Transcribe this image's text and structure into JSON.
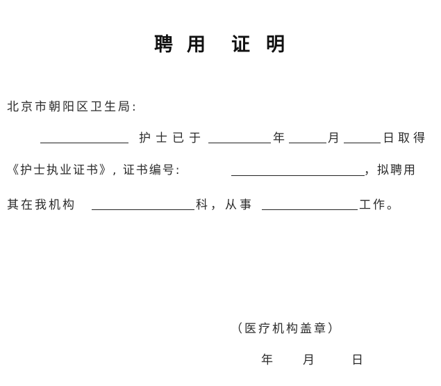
{
  "document": {
    "title": [
      "聘",
      "用",
      "证",
      "明"
    ],
    "addressee": "北京市朝阳区卫生局:",
    "line1": {
      "after_blank1": "护士已于",
      "year": "年",
      "month": "月",
      "day_tail": "日取得"
    },
    "line2": {
      "lead": "《护士执业证书》, 证书编号:",
      "tail": "，拟聘用"
    },
    "line3": {
      "lead": "其在我机构",
      "dept": "科，从事",
      "tail": "工作。"
    },
    "seal": "（医疗机构盖章）",
    "date": {
      "year": "年",
      "month": "月",
      "day": "日"
    },
    "blanks": {
      "nurse_name": "",
      "year": "",
      "month": "",
      "day": "",
      "certificate_number": "",
      "department": "",
      "work": ""
    }
  }
}
